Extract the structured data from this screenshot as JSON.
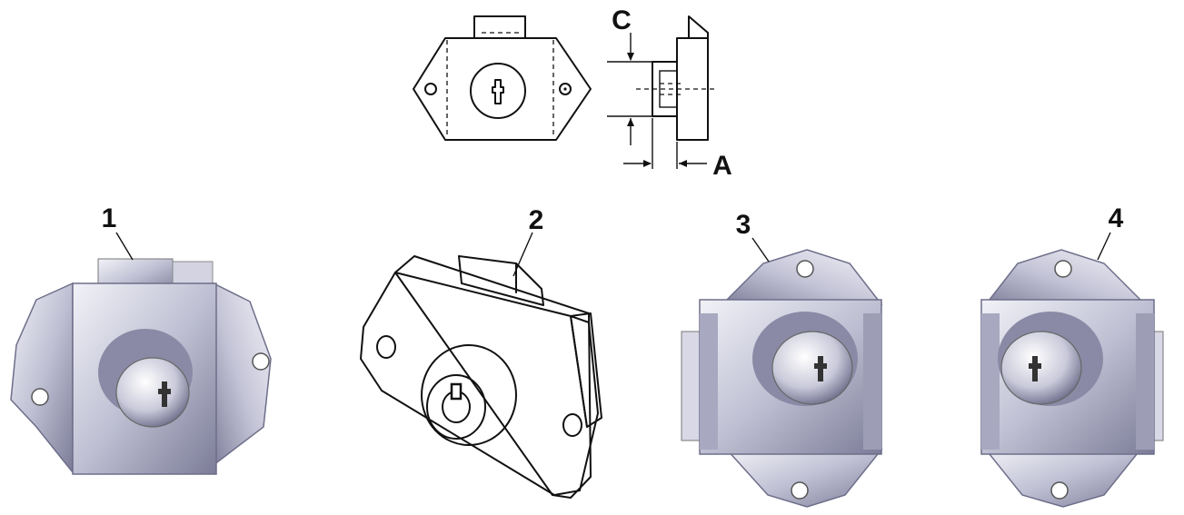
{
  "dimension_labels": {
    "c": "C",
    "a": "A"
  },
  "callouts": [
    {
      "number": "1"
    },
    {
      "number": "2"
    },
    {
      "number": "3"
    },
    {
      "number": "4"
    }
  ],
  "colors": {
    "metal_light": "#ececf4",
    "metal_mid": "#b8b8cc",
    "metal_dark": "#6e6e8a",
    "ink": "#111111"
  }
}
